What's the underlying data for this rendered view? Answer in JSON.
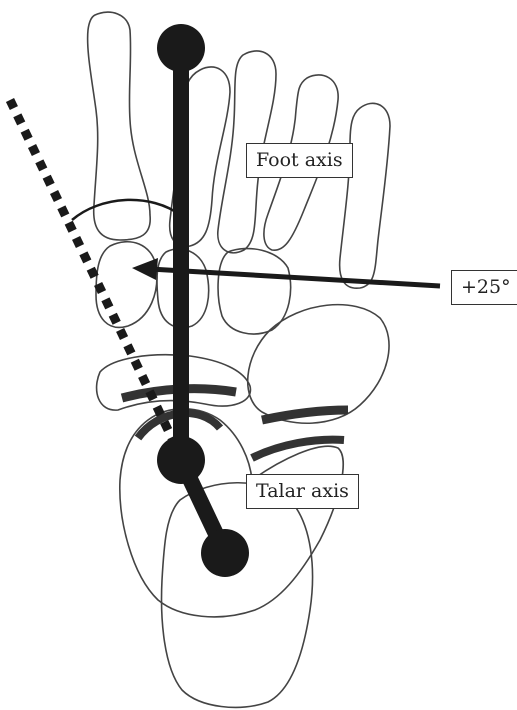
{
  "labels": {
    "foot_axis": "Foot axis",
    "talar_axis": "Talar axis",
    "angle": "+25°"
  },
  "colors": {
    "axis": "#1a1a1a",
    "outline": "#444444",
    "cartilage": "#333333"
  }
}
